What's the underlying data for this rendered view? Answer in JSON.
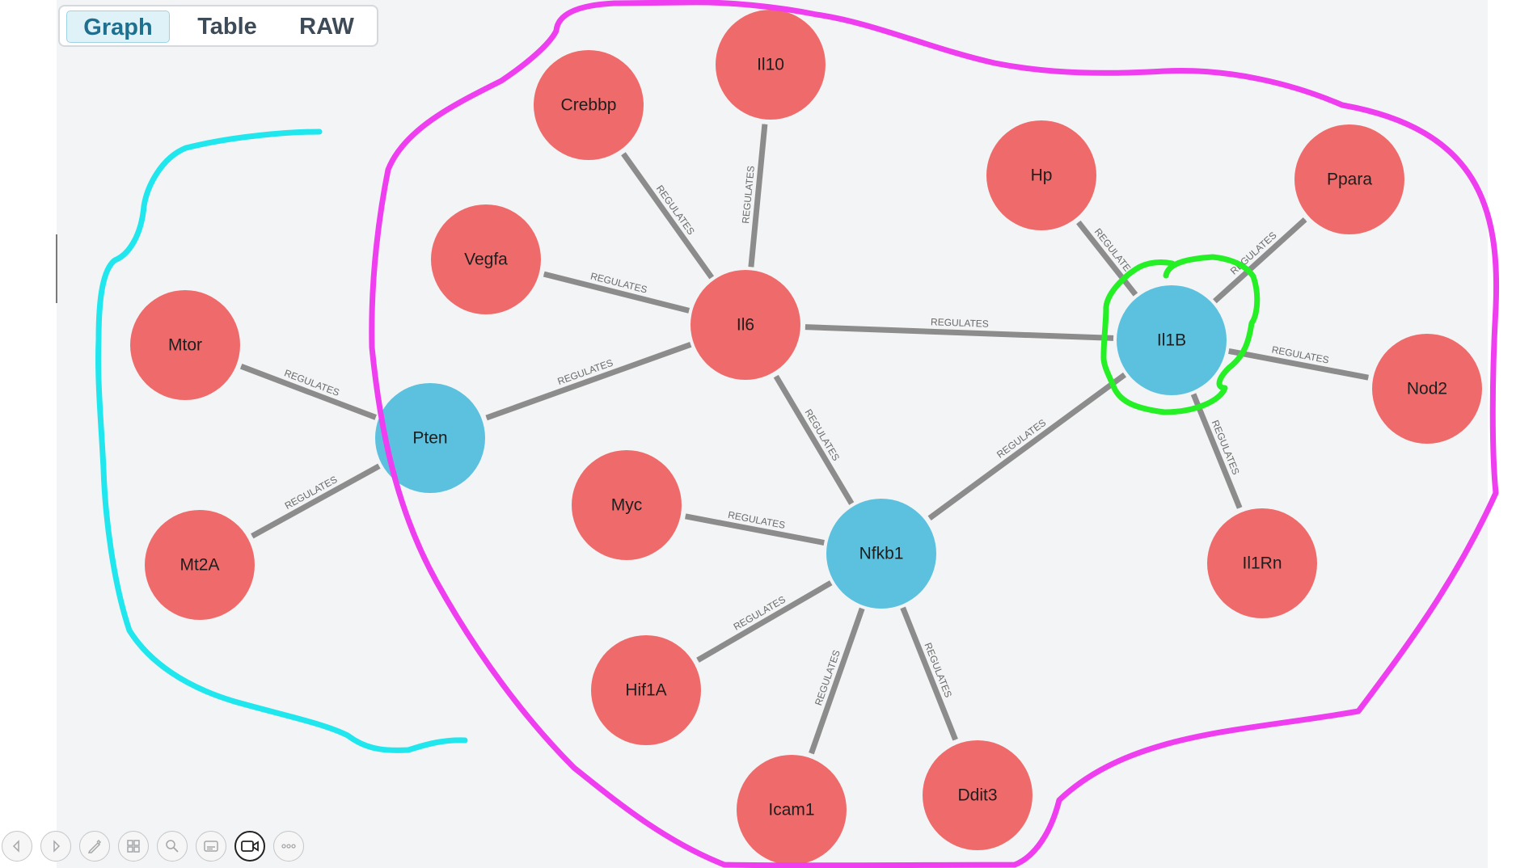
{
  "tabs": [
    {
      "label": "Graph",
      "active": true
    },
    {
      "label": "Table",
      "active": false
    },
    {
      "label": "RAW",
      "active": false
    }
  ],
  "colors": {
    "gene_node": "#ef6b6b",
    "hub_node": "#5bc1de",
    "edge": "#8c8c8c",
    "background": "#f3f4f5",
    "annotation_magenta": "#ee3ef0",
    "annotation_cyan": "#20e6ee",
    "annotation_green": "#25ef25"
  },
  "graph": {
    "relationship": "REGULATES",
    "nodes": [
      {
        "id": "il10",
        "label": "Il10",
        "kind": "gene"
      },
      {
        "id": "crebbp",
        "label": "Crebbp",
        "kind": "gene"
      },
      {
        "id": "vegfa",
        "label": "Vegfa",
        "kind": "gene"
      },
      {
        "id": "il6",
        "label": "Il6",
        "kind": "gene"
      },
      {
        "id": "mtor",
        "label": "Mtor",
        "kind": "gene"
      },
      {
        "id": "pten",
        "label": "Pten",
        "kind": "hub"
      },
      {
        "id": "mt2a",
        "label": "Mt2A",
        "kind": "gene"
      },
      {
        "id": "myc",
        "label": "Myc",
        "kind": "gene"
      },
      {
        "id": "nfkb1",
        "label": "Nfkb1",
        "kind": "hub"
      },
      {
        "id": "hif1a",
        "label": "Hif1A",
        "kind": "gene"
      },
      {
        "id": "icam1",
        "label": "Icam1",
        "kind": "gene"
      },
      {
        "id": "ddit3",
        "label": "Ddit3",
        "kind": "gene"
      },
      {
        "id": "hp",
        "label": "Hp",
        "kind": "gene"
      },
      {
        "id": "ppara",
        "label": "Ppara",
        "kind": "gene"
      },
      {
        "id": "il1b",
        "label": "Il1B",
        "kind": "hub"
      },
      {
        "id": "nod2",
        "label": "Nod2",
        "kind": "gene"
      },
      {
        "id": "il1rn",
        "label": "Il1Rn",
        "kind": "gene"
      }
    ],
    "edges": [
      {
        "source": "il6",
        "target": "crebbp",
        "label": "REGULATES"
      },
      {
        "source": "il6",
        "target": "il10",
        "label": "REGULATES"
      },
      {
        "source": "il6",
        "target": "vegfa",
        "label": "REGULATES"
      },
      {
        "source": "il6",
        "target": "pten",
        "label": "REGULATES"
      },
      {
        "source": "pten",
        "target": "mtor",
        "label": "REGULATES"
      },
      {
        "source": "pten",
        "target": "mt2a",
        "label": "REGULATES"
      },
      {
        "source": "il1b",
        "target": "il6",
        "label": "REGULATES"
      },
      {
        "source": "il1b",
        "target": "hp",
        "label": "REGULATES"
      },
      {
        "source": "il1b",
        "target": "ppara",
        "label": "REGULATES"
      },
      {
        "source": "il1b",
        "target": "nod2",
        "label": "REGULATES"
      },
      {
        "source": "il1b",
        "target": "il1rn",
        "label": "REGULATES"
      },
      {
        "source": "il1b",
        "target": "nfkb1",
        "label": "REGULATES"
      },
      {
        "source": "nfkb1",
        "target": "il6",
        "label": "REGULATES"
      },
      {
        "source": "nfkb1",
        "target": "myc",
        "label": "REGULATES"
      },
      {
        "source": "nfkb1",
        "target": "hif1a",
        "label": "REGULATES"
      },
      {
        "source": "nfkb1",
        "target": "icam1",
        "label": "REGULATES"
      },
      {
        "source": "nfkb1",
        "target": "ddit3",
        "label": "REGULATES"
      }
    ]
  },
  "toolbar": [
    {
      "name": "previous-slide-icon"
    },
    {
      "name": "next-slide-icon"
    },
    {
      "name": "pen-icon"
    },
    {
      "name": "slides-grid-icon"
    },
    {
      "name": "zoom-icon"
    },
    {
      "name": "subtitles-icon"
    },
    {
      "name": "camera-icon",
      "active": true
    },
    {
      "name": "more-options-icon"
    }
  ]
}
